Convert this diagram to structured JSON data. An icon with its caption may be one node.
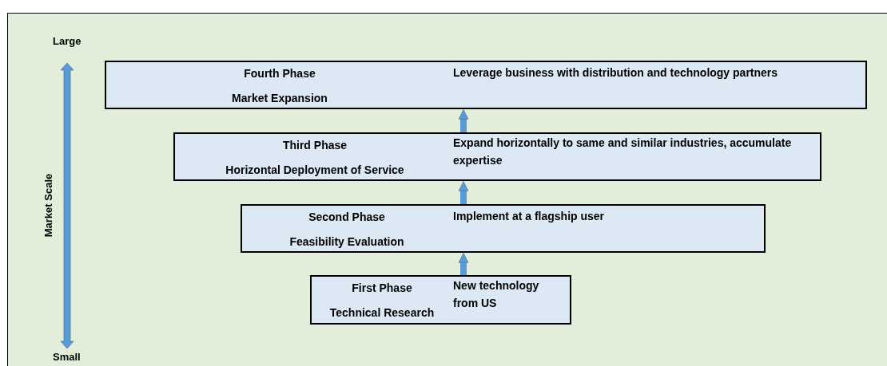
{
  "diagram": {
    "nodes": [
      {
        "text": [
          "Fourth Phase",
          "Market Expansion",
          "Leverage business with distribution and technology partners"
        ]
      },
      {
        "text": [
          "Third Phase",
          "Horizontal Deployment of Service",
          "Expand horizontally to same and similar industries, accumulate expertise"
        ]
      },
      {
        "text": [
          "Second Phase",
          "Feasibility Evaluation",
          "Implement at a flagship user"
        ]
      },
      {
        "text": [
          "First Phase",
          "Technical Research",
          "New technology from US"
        ]
      }
    ],
    "edges": [
      {
        "from": 3,
        "to": 2,
        "arrow": "to"
      },
      {
        "from": 2,
        "to": 1,
        "arrow": "to"
      },
      {
        "from": 1,
        "to": 0,
        "arrow": "to"
      }
    ],
    "labels": [
      "Large",
      "Market Scale",
      "Small"
    ]
  }
}
